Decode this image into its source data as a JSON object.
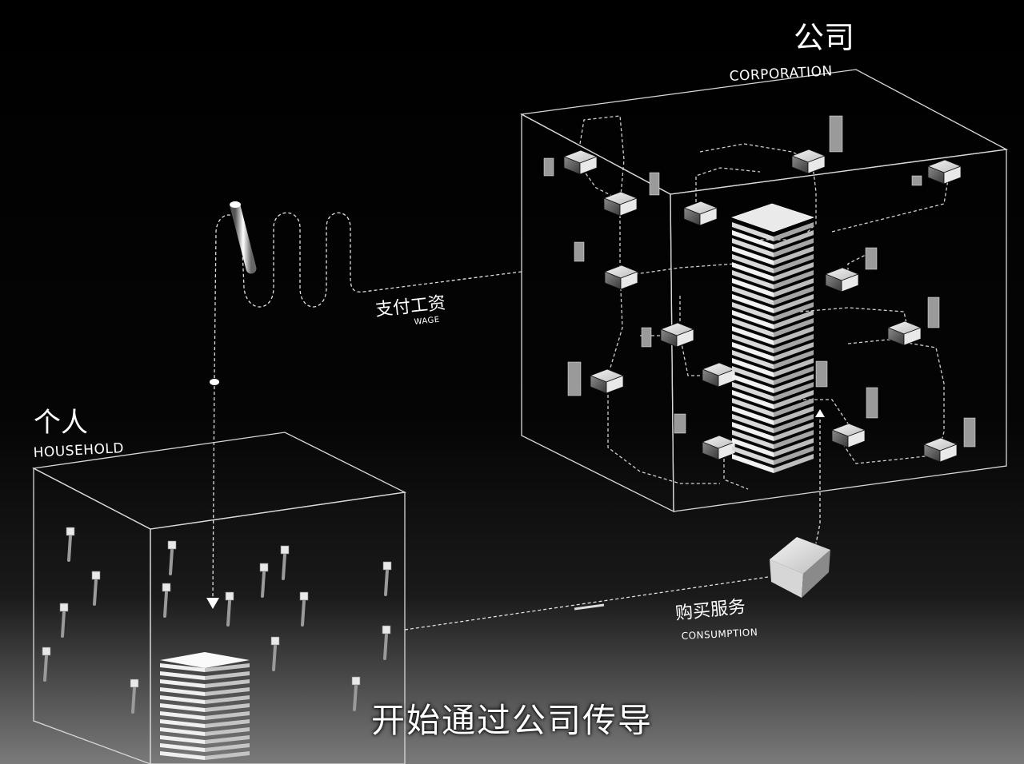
{
  "corporation": {
    "label_cn": "公司",
    "label_en": "CORPORATION"
  },
  "household": {
    "label_cn": "个人",
    "label_en": "HOUSEHOLD"
  },
  "flows": {
    "wage": {
      "label_cn": "支付工资",
      "label_en": "WAGE"
    },
    "consumption": {
      "label_cn": "购买服务",
      "label_en": "CONSUMPTION"
    }
  },
  "subtitle": "开始通过公司传导",
  "colors": {
    "background": "#000000",
    "lines": "#ffffff",
    "bottom_glow": "#7a7a7a"
  }
}
